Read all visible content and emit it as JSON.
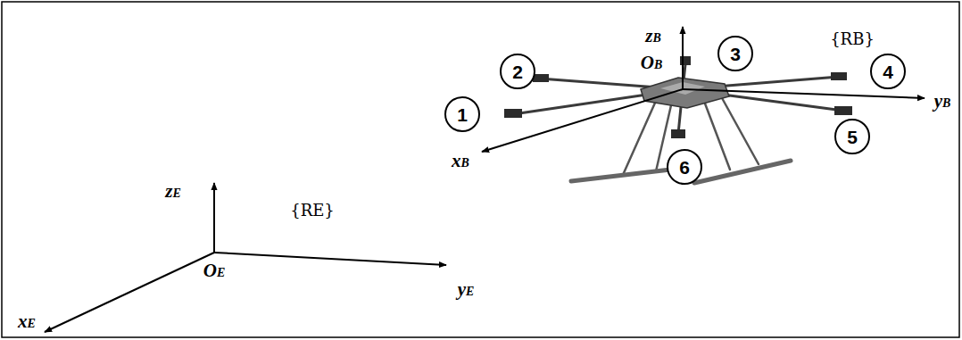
{
  "diagram": {
    "nodes": [
      {
        "text": [
          "1"
        ]
      },
      {
        "text": [
          "2"
        ]
      },
      {
        "text": [
          "3"
        ]
      },
      {
        "text": [
          "4"
        ]
      },
      {
        "text": [
          "5"
        ]
      },
      {
        "text": [
          "6"
        ]
      }
    ],
    "labels": [
      "zB",
      "{RB}",
      "OB",
      "yB",
      "xB",
      "zE",
      "{RE}",
      "OE",
      "yE",
      "xE"
    ]
  }
}
